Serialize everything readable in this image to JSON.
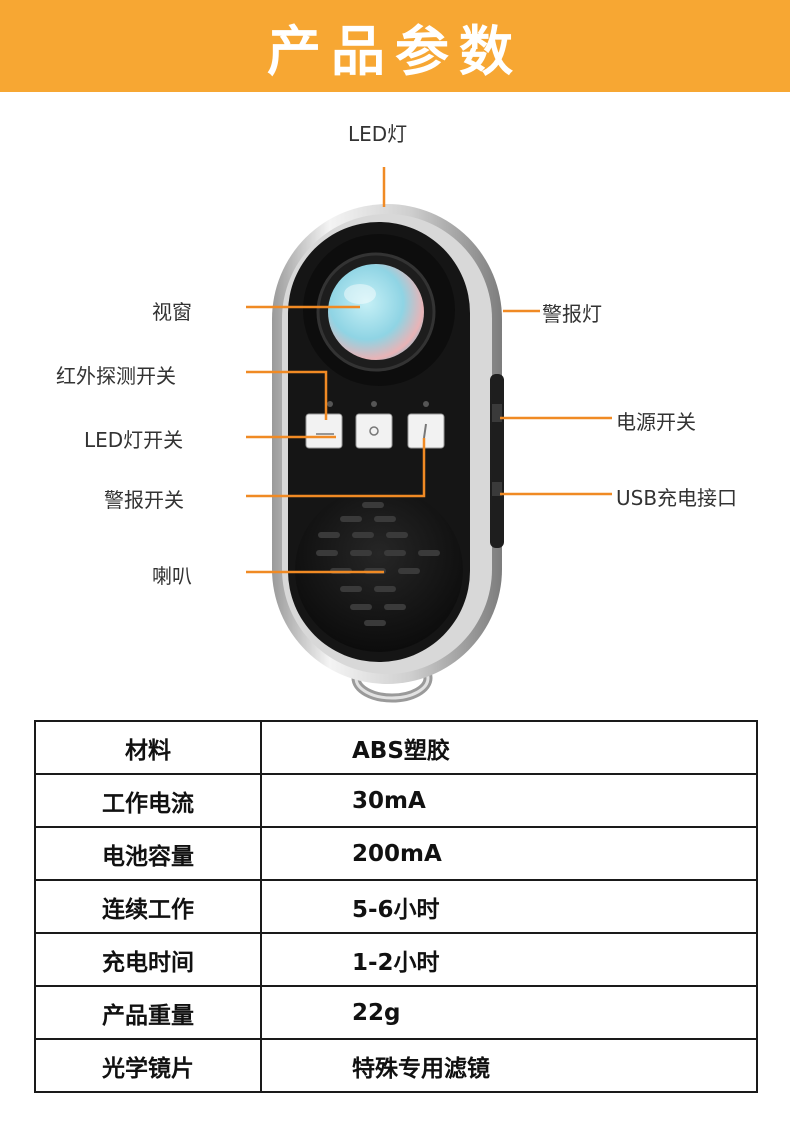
{
  "header": {
    "title": "产品参数"
  },
  "device_labels": {
    "led_light": "LED灯",
    "viewing_window": "视窗",
    "infrared_switch": "红外探测开关",
    "led_switch": "LED灯开关",
    "alarm_switch": "警报开关",
    "speaker": "喇叭",
    "alarm_light": "警报灯",
    "power_switch": "电源开关",
    "usb_port": "USB充电接口"
  },
  "specs": [
    {
      "key": "材料",
      "value": "ABS塑胶"
    },
    {
      "key": "工作电流",
      "value": "30mA"
    },
    {
      "key": "电池容量",
      "value": "200mA"
    },
    {
      "key": "连续工作",
      "value": "5-6小时"
    },
    {
      "key": "充电时间",
      "value": "1-2小时"
    },
    {
      "key": "产品重量",
      "value": "22g"
    },
    {
      "key": "光学镜片",
      "value": "特殊专用滤镜"
    }
  ],
  "colors": {
    "accent": "#f7a733",
    "leader_line": "#f08a24",
    "device_body": "#151515"
  },
  "icons": [
    "device-illustration",
    "lens-icon",
    "button-icon",
    "speaker-grille-icon"
  ]
}
